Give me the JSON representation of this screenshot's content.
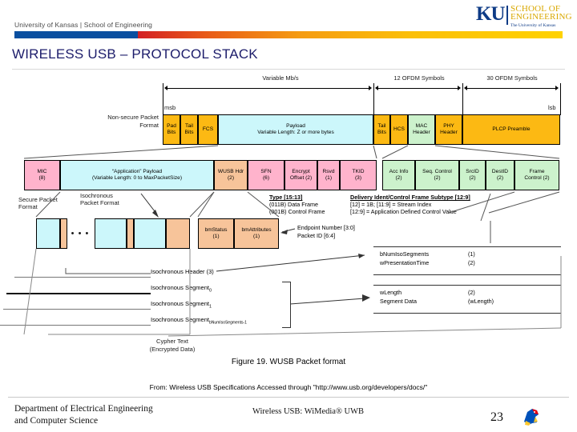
{
  "header": {
    "institution": "University of Kansas | School of Engineering",
    "logo": {
      "mark": "KU",
      "line1": "SCHOOL OF",
      "line2": "ENGINEERING",
      "line3": "The University of Kansas",
      "mark_color": "#0e3b86",
      "text_color": "#d9a800"
    },
    "stripe_colors": [
      "#0a4fa0",
      "#d32024",
      "#f59b11",
      "#ffd200"
    ]
  },
  "slide": {
    "title": "WIRELESS USB – PROTOCOL STACK"
  },
  "figure": {
    "caption": "Figure 19. WUSB Packet format",
    "source": "From: Wireless USB Specifications Accessed through \"http://www.usb.org/developers/docs/\"",
    "scale_labels": {
      "variable": "Variable Mb/s",
      "ofdm12": "12 OFDM Symbols",
      "ofdm30": "30 OFDM Symbols",
      "msb": "msb",
      "lsb": "lsb"
    },
    "row_labels": {
      "nonsecure": "Non-secure Packet\nFormat",
      "nonsecure_l1": "Non-secure Packet",
      "nonsecure_l2": "Format",
      "secure_l1": "Secure Packet",
      "secure_l2": "Format",
      "iso_l1": "Isochronous",
      "iso_l2": "Packet Format",
      "cypher_l1": "Cypher Text",
      "cypher_l2": "(Encrypted Data)",
      "ellipsis": "• • •"
    },
    "phy_row": [
      {
        "name": "Pad Bits",
        "l1": "Pad",
        "l2": "Bits",
        "color": "#fcb913"
      },
      {
        "name": "Tail Bits",
        "l1": "Tail",
        "l2": "Bits",
        "color": "#fcb913"
      },
      {
        "name": "FCS",
        "l1": "FCS",
        "l2": "",
        "color": "#fcb913"
      },
      {
        "name": "Payload",
        "l1": "Payload",
        "l2": "Variable Length: Z or more bytes",
        "color": "#ccf7fb"
      },
      {
        "name": "Tail Bits2",
        "l1": "Tail",
        "l2": "Bits",
        "color": "#fcb913"
      },
      {
        "name": "HCS",
        "l1": "HCS",
        "l2": "",
        "color": "#fcb913"
      },
      {
        "name": "MAC Header",
        "l1": "MAC",
        "l2": "Header",
        "color": "#ccf2cc"
      },
      {
        "name": "PHY Header",
        "l1": "PHY",
        "l2": "Header",
        "color": "#fcb913"
      },
      {
        "name": "PLCP Preamble",
        "l1": "PLCP Preamble",
        "l2": "",
        "color": "#fcb913"
      }
    ],
    "wusb_row": [
      {
        "name": "MIC",
        "l1": "MIC",
        "l2": "(8)",
        "color": "#ffb3cc"
      },
      {
        "name": "App Payload",
        "l1": "“Application” Payload",
        "l2": "(Variable Length: 0 to MaxPacketSize)",
        "color": "#ccf7fb"
      },
      {
        "name": "WUSB Hdr",
        "l1": "WUSB Hdr",
        "l2": "(2)",
        "color": "#f7c49a"
      },
      {
        "name": "SFN",
        "l1": "SFN",
        "l2": "(6)",
        "color": "#ffb3cc"
      },
      {
        "name": "Encrypt Offset",
        "l1": "Encrypt",
        "l2": "Offset (2)",
        "color": "#ffb3cc"
      },
      {
        "name": "Rsvd",
        "l1": "Rsvd",
        "l2": "(1)",
        "color": "#ffb3cc"
      },
      {
        "name": "TKID",
        "l1": "TKID",
        "l2": "(3)",
        "color": "#ffb3cc"
      }
    ],
    "mac_row": [
      {
        "name": "Acc Info",
        "l1": "Acc Info",
        "l2": "(2)",
        "color": "#ccf2cc"
      },
      {
        "name": "Seq Control",
        "l1": "Seq. Control",
        "l2": "(2)",
        "color": "#ccf2cc"
      },
      {
        "name": "SrcID",
        "l1": "SrcID",
        "l2": "(2)",
        "color": "#ccf2cc"
      },
      {
        "name": "DestID",
        "l1": "DestID",
        "l2": "(2)",
        "color": "#ccf2cc"
      },
      {
        "name": "Frame Control",
        "l1": "Frame",
        "l2": "Control (2)",
        "color": "#ccf2cc"
      }
    ],
    "wusb_hdr_row": [
      {
        "name": "bmStatus",
        "l1": "bmStatus",
        "l2": "(1)",
        "color": "#f7c49a"
      },
      {
        "name": "bmAttributes",
        "l1": "bmAttributes",
        "l2": "(1)",
        "color": "#f7c49a"
      }
    ],
    "type_note": {
      "heading": "Type [15:13]",
      "line1": "(011B) Data Frame",
      "line2": "(001B) Control Frame"
    },
    "delivery_note": {
      "heading": "Delivery Ident/Control Frame Subtype [12:9]",
      "line1": "[12] = 1B; [11:9] = Stream Index",
      "line2": "[12:9] = Application Defined Control Value"
    },
    "endpoint_note": {
      "line1": "Endpoint Number [3:0]",
      "line2": "Packet ID [6:4]"
    },
    "iso_header_note": {
      "f1": "bNumIsoSegments",
      "v1": "(1)",
      "f2": "wPresentationTime",
      "v2": "(2)"
    },
    "iso_segment_note": {
      "f1": "wLength",
      "v1": "(2)",
      "f2": "Segment Data",
      "v2": "(wLength)"
    },
    "iso_rows": [
      {
        "name": "iso-header",
        "label": "Isochronous Header (3)",
        "sub": ""
      },
      {
        "name": "iso-segment-0",
        "label": "Isochronous Segment",
        "sub": "0"
      },
      {
        "name": "iso-segment-1",
        "label": "Isochronous Segment",
        "sub": "1"
      },
      {
        "name": "iso-segment-n",
        "label": "Isochronous Segment",
        "sub": "bNumIsoSegments-1"
      }
    ]
  },
  "footer": {
    "dept_line1": "Department of Electrical Engineering",
    "dept_line2": "and Computer Science",
    "course": "Wireless USB: WiMedia® UWB",
    "page": "23",
    "mascot": "jayhawk-icon"
  }
}
